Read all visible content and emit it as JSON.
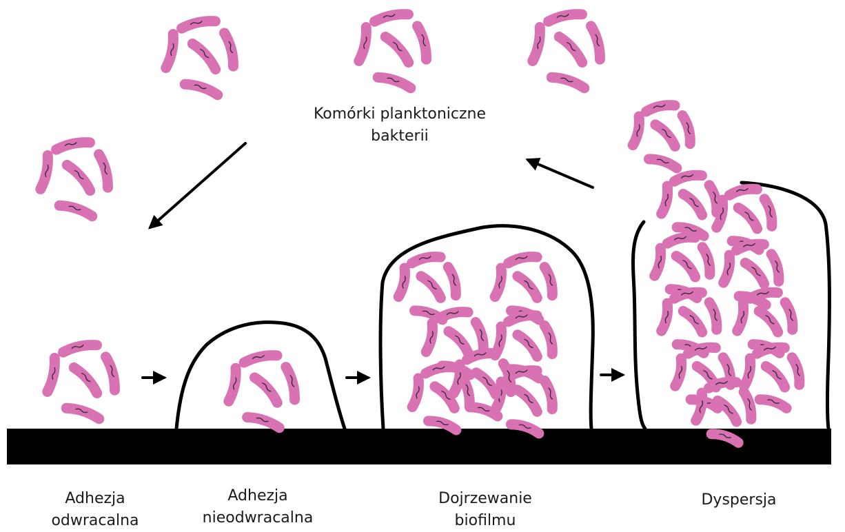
{
  "title": {
    "line1": "Komórki planktoniczne",
    "line2": "bakterii"
  },
  "stages": [
    {
      "line1": "Adhezja",
      "line2": "odwracalna"
    },
    {
      "line1": "Adhezja",
      "line2": "nieodwracalna"
    },
    {
      "line1": "Dojrzewanie",
      "line2": "biofilmu"
    },
    {
      "line1": "Dyspersja",
      "line2": ""
    }
  ],
  "colors": {
    "bacteria": "#d872b3",
    "bacteria_mark": "#3a2a3a",
    "outline": "#000000",
    "surface": "#000000"
  }
}
